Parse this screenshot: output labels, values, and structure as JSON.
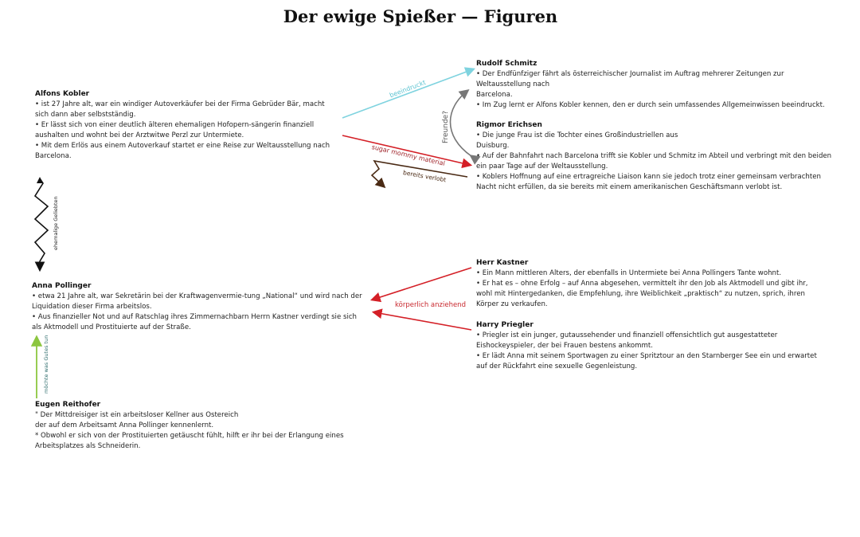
{
  "title": "Der ewige Spießer — Figuren",
  "characters": {
    "kobler": {
      "name": "Alfons Kobler",
      "lines": [
        "• ist 27 Jahre alt, war ein windiger Autoverkäufer bei der Firma Gebrüder Bär, macht sich dann aber selbstständig.",
        "• Er lässt sich von einer deutlich älteren ehemaligen Hofopern-sängerin finanziell aushalten und wohnt bei der Arztwitwe Perzl zur Untermiete.",
        "• Mit dem Erlös aus einem Autoverkauf startet er eine Reise zur Weltausstellung nach Barcelona."
      ]
    },
    "schmitz": {
      "name": "Rudolf Schmitz",
      "lines": [
        "• Der Endfünfziger fährt als österreichischer Journalist im Auftrag mehrerer Zeitungen zur Weltausstellung nach",
        "Barcelona.",
        "• Im Zug lernt er Alfons Kobler kennen, den er durch sein umfassendes Allgemeinwissen beeindruckt."
      ]
    },
    "erichsen": {
      "name": "Rigmor Erichsen",
      "lines": [
        "• Die junge Frau ist die Tochter eines Großindustriellen aus",
        "Duisburg.",
        "• Auf der Bahnfahrt nach Barcelona trifft sie Kobler und Schmitz im Abteil und verbringt mit den beiden ein paar Tage auf der Weltausstellung.",
        "• Koblers Hoffnung auf eine ertragreiche Liaison kann sie jedoch trotz einer gemeinsam verbrachten Nacht nicht erfüllen, da sie bereits mit einem amerikanischen Geschäftsmann verlobt ist."
      ]
    },
    "pollinger": {
      "name": "Anna Pollinger",
      "lines": [
        "• etwa 21 Jahre alt, war Sekretärin bei der Kraftwagenvermie-tung „National“ und wird nach der Liquidation dieser Firma arbeitslos.",
        "• Aus finanzieller Not und auf Ratschlag ihres Zimmernachbarn Herrn Kastner verdingt sie sich als Aktmodell und Prostituierte auf der Straße."
      ]
    },
    "kastner": {
      "name": "Herr Kastner",
      "lines": [
        "• Ein Mann mittleren Alters, der ebenfalls in Untermiete bei Anna Pollingers Tante wohnt.",
        "• Er hat es – ohne Erfolg – auf Anna abgesehen, vermittelt ihr den Job als Aktmodell und gibt ihr, wohl mit Hintergedanken, die Empfehlung, ihre Weiblichkeit „praktisch“ zu nutzen, sprich, ihren Körper zu verkaufen."
      ]
    },
    "priegler": {
      "name": "Harry Priegler",
      "lines": [
        "• Priegler ist ein junger, gutaussehender und finanziell offensichtlich gut ausgestatteter Eishockeyspieler, der bei Frauen bestens ankommt.",
        "• Er lädt Anna mit seinem Sportwagen zu einer Spritztour an den Starnberger See ein und erwartet auf der Rückfahrt eine sexuelle Gegenleistung."
      ]
    },
    "reithofer": {
      "name": "Eugen Reithofer",
      "lines": [
        "\" Der Mittdreisiger ist ein arbeitsloser Kellner aus Ostereich",
        "der auf dem Arbeitsamt Anna Pollinger kennenlernt.",
        "* Obwohl er sich von der Prostituierten getäuscht fühlt, hilft er ihr bei der Erlangung eines Arbeitsplatzes als Schneiderin."
      ]
    }
  },
  "relations": {
    "beeindruckt": {
      "label": "beeindruckt",
      "color": "#7fd3df"
    },
    "sugar": {
      "label": "sugar mommy material",
      "color": "#d41f26"
    },
    "verlobt": {
      "label": "bereits verlobt",
      "color": "#4a2a14"
    },
    "freunde": {
      "label": "Freunde?",
      "color": "#777777"
    },
    "geliebten": {
      "label": "ehemalige Geliebten",
      "color": "#111111"
    },
    "anziehend": {
      "label": "körperlich anziehend",
      "color": "#d41f26"
    },
    "gutes": {
      "label": "möchte was Gutes tun",
      "color": "#8cc63f"
    }
  }
}
